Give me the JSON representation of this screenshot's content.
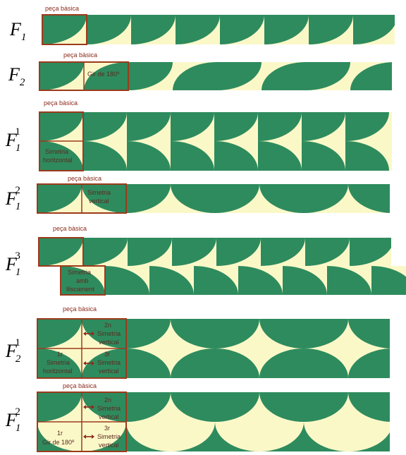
{
  "colors": {
    "green": "#2e8b5e",
    "cream": "#fbf8c8",
    "frame": "#9c3a1c",
    "arrow": "#8b2a1a"
  },
  "rows": [
    {
      "main": "F",
      "sub": "1",
      "sup": "",
      "caption": "peça bàsica",
      "notes": []
    },
    {
      "main": "F",
      "sub": "2",
      "sup": "",
      "caption": "peça bàsica",
      "notes": [
        "Gir de 180º"
      ]
    },
    {
      "main": "F",
      "sub": "1",
      "sup": "1",
      "caption": "peça bàsica",
      "notes": [
        "Simetria",
        "horitzontal"
      ]
    },
    {
      "main": "F",
      "sub": "1",
      "sup": "2",
      "caption": "peça bàsica",
      "notes": [
        "Simetria",
        "vertical"
      ]
    },
    {
      "main": "F",
      "sub": "1",
      "sup": "3",
      "caption": "peça bàsica",
      "notes": [
        "Simetria",
        "amb",
        "lliscament"
      ]
    },
    {
      "main": "F",
      "sub": "2",
      "sup": "1",
      "caption": "peça bàsica",
      "notes": [
        "2n",
        "Simetria",
        "vertical",
        "1r",
        "Simetria",
        "horitzontal",
        "3r",
        "Simetria",
        "vertical"
      ]
    },
    {
      "main": "F",
      "sub": "1",
      "sup": "2",
      "caption": "peça bàsica",
      "notes": [
        "2n",
        "Simetria",
        "vertical",
        "1r",
        "Gir de 180º",
        "3r",
        "Simetria",
        "vertical"
      ]
    }
  ]
}
